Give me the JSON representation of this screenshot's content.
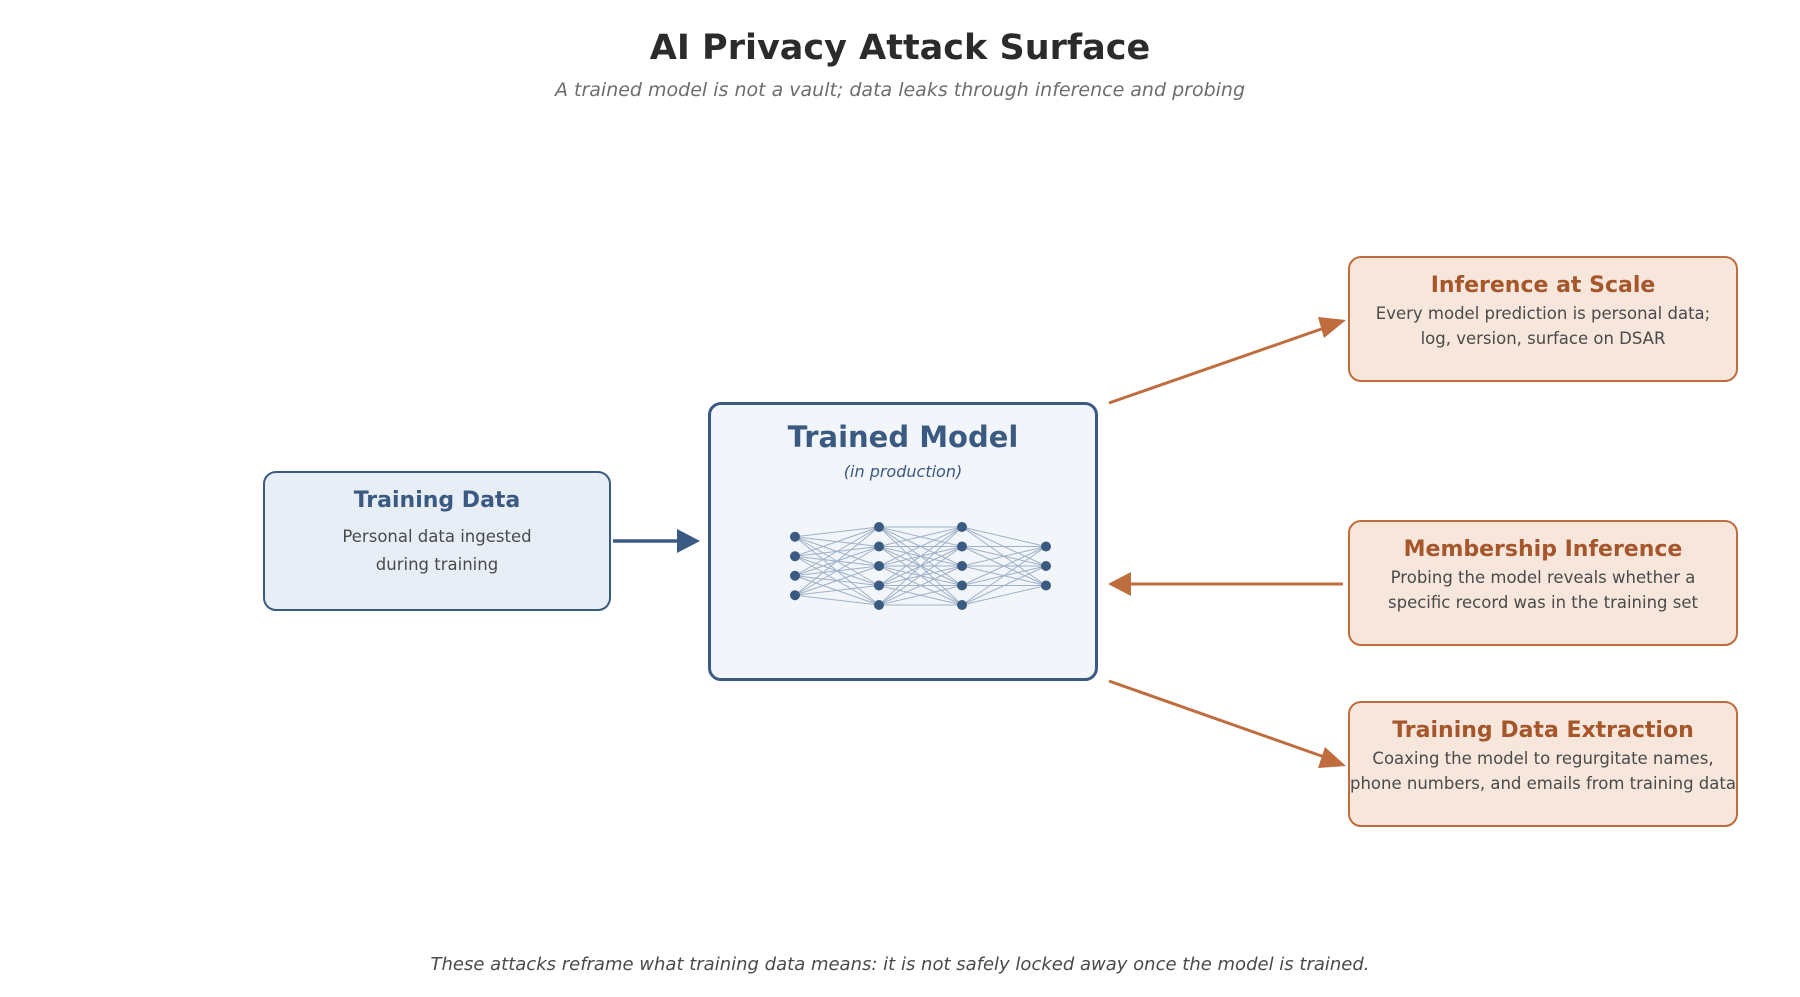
{
  "title": "AI Privacy Attack Surface",
  "subtitle": "A trained model is not a vault; data leaks through inference and probing",
  "footer": "These attacks reframe what training data means: it is not safely locked away once the model is trained.",
  "training_data": {
    "title": "Training Data",
    "desc_line1": "Personal data ingested",
    "desc_line2": "during training"
  },
  "model": {
    "title": "Trained Model",
    "subtitle": "(in production)",
    "network_layers": [
      4,
      5,
      5,
      3
    ]
  },
  "attacks": [
    {
      "title": "Inference at Scale",
      "desc_line1": "Every model prediction is personal data;",
      "desc_line2": "log, version, surface on DSAR"
    },
    {
      "title": "Membership Inference",
      "desc_line1": "Probing the model reveals whether a",
      "desc_line2": "specific record was in the training set"
    },
    {
      "title": "Training Data Extraction",
      "desc_line1": "Coaxing the model to regurgitate names,",
      "desc_line2": "phone numbers, and emails from training data"
    }
  ],
  "colors": {
    "blue": "#3b5a82",
    "orange": "#bf6d3e",
    "blue_fill": "#e7eef6",
    "orange_fill": "#f7e6db"
  }
}
